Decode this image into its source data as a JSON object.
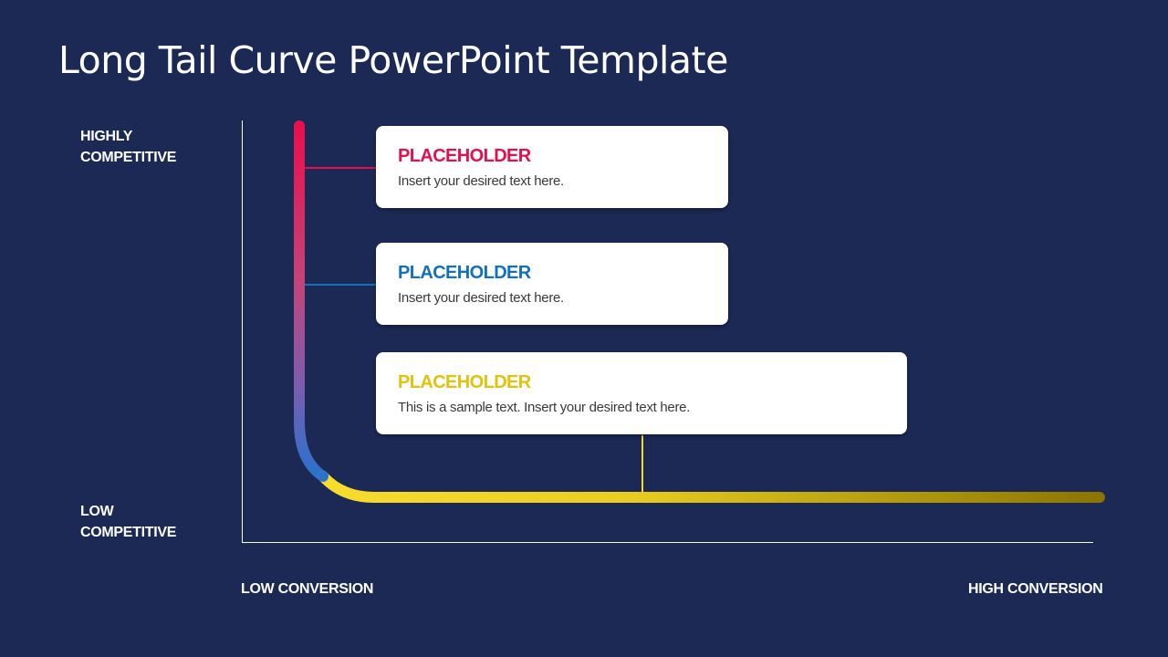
{
  "slide": {
    "title": "Long Tail Curve PowerPoint Template"
  },
  "axes": {
    "y_top_label_line1": "HIGHLY",
    "y_top_label_line2": "COMPETITIVE",
    "y_bottom_label_line1": "LOW",
    "y_bottom_label_line2": "COMPETITIVE",
    "x_left_label": "LOW CONVERSION",
    "x_right_label": "HIGH CONVERSION"
  },
  "cards": [
    {
      "title": "PLACEHOLDER",
      "text": "Insert your desired text here.",
      "color": "#e4104e"
    },
    {
      "title": "PLACEHOLDER",
      "text": "Insert your desired text here.",
      "color": "#1170c0"
    },
    {
      "title": "PLACEHOLDER",
      "text": "This is a sample text. Insert your desired text here.",
      "color": "#e2c20c"
    }
  ],
  "colors": {
    "background": "#1b2954",
    "curve_top": "#e8104e",
    "curve_mid": "#8a5aa8",
    "curve_blue": "#2a72cc",
    "curve_yellow": "#f5d82a",
    "curve_end": "#8a7400"
  }
}
